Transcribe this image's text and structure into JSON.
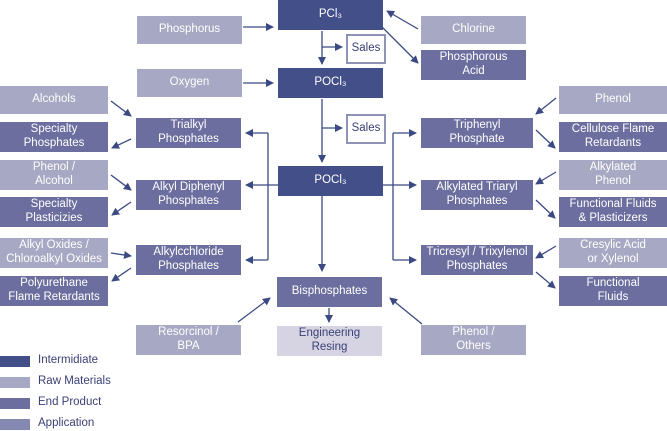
{
  "colors": {
    "intermediate": "#434f88",
    "raw_materials": "#a7a8c3",
    "end_product": "#6b6e9e",
    "application": "#8589b2",
    "arrow": "#3b4a82"
  },
  "nodes": {
    "pcl3": "PCl₃",
    "pocl3_top": "POCl₃",
    "pocl3_mid": "POCl₃",
    "phosphorus": "Phosphorus",
    "chlorine": "Chlorine",
    "phosphorous_acid": "Phosphorous\nAcid",
    "oxygen": "Oxygen",
    "sales_1": "Sales",
    "sales_2": "Sales",
    "alcohols": "Alcohols",
    "specialty_phosphates": "Specialty\nPhosphates",
    "trialkyl_phosphates": "Trialkyl\nPhosphates",
    "phenol_alcohol": "Phenol /\nAlcohol",
    "specialty_plasticizies": "Specialty\nPlasticizies",
    "alkyl_diphenyl_phosphates": "Alkyl Diphenyl\nPhosphates",
    "alkyl_oxides": "Alkyl Oxides /\nChloroalkyl Oxides",
    "polyurethane": "Polyurethane\nFlame Retardants",
    "alkylcchloride_phosphates": "Alkylcchloride\nPhosphates",
    "phenol": "Phenol",
    "cellulose": "Cellulose Flame\nRetardants",
    "triphenyl_phosphate": "Triphenyl\nPhosphate",
    "alkylated_phenol": "Alkylated\nPhenol",
    "functional_fluids_plasticizers": "Functional Fluids\n& Plasticizers",
    "alkylated_triaryl": "Alkylated Triaryl\nPhosphates",
    "cresylic_acid": "Cresylic Acid\nor Xylenol",
    "functional_fluids": "Functional\nFluids",
    "tricresyl": "Tricresyl / Trixylenol\nPhosphates",
    "bisphosphates": "Bisphosphates",
    "resorcinol": "Resorcinol /\nBPA",
    "engineering_resing": "Engineering\nResing",
    "phenol_others": "Phenol /\nOthers"
  },
  "legend": [
    {
      "label": "Intermidiate",
      "color": "#434f88"
    },
    {
      "label": "Raw Materials",
      "color": "#a7a8c3"
    },
    {
      "label": "End Product",
      "color": "#6b6e9e"
    },
    {
      "label": "Application",
      "color": "#8589b2"
    }
  ]
}
